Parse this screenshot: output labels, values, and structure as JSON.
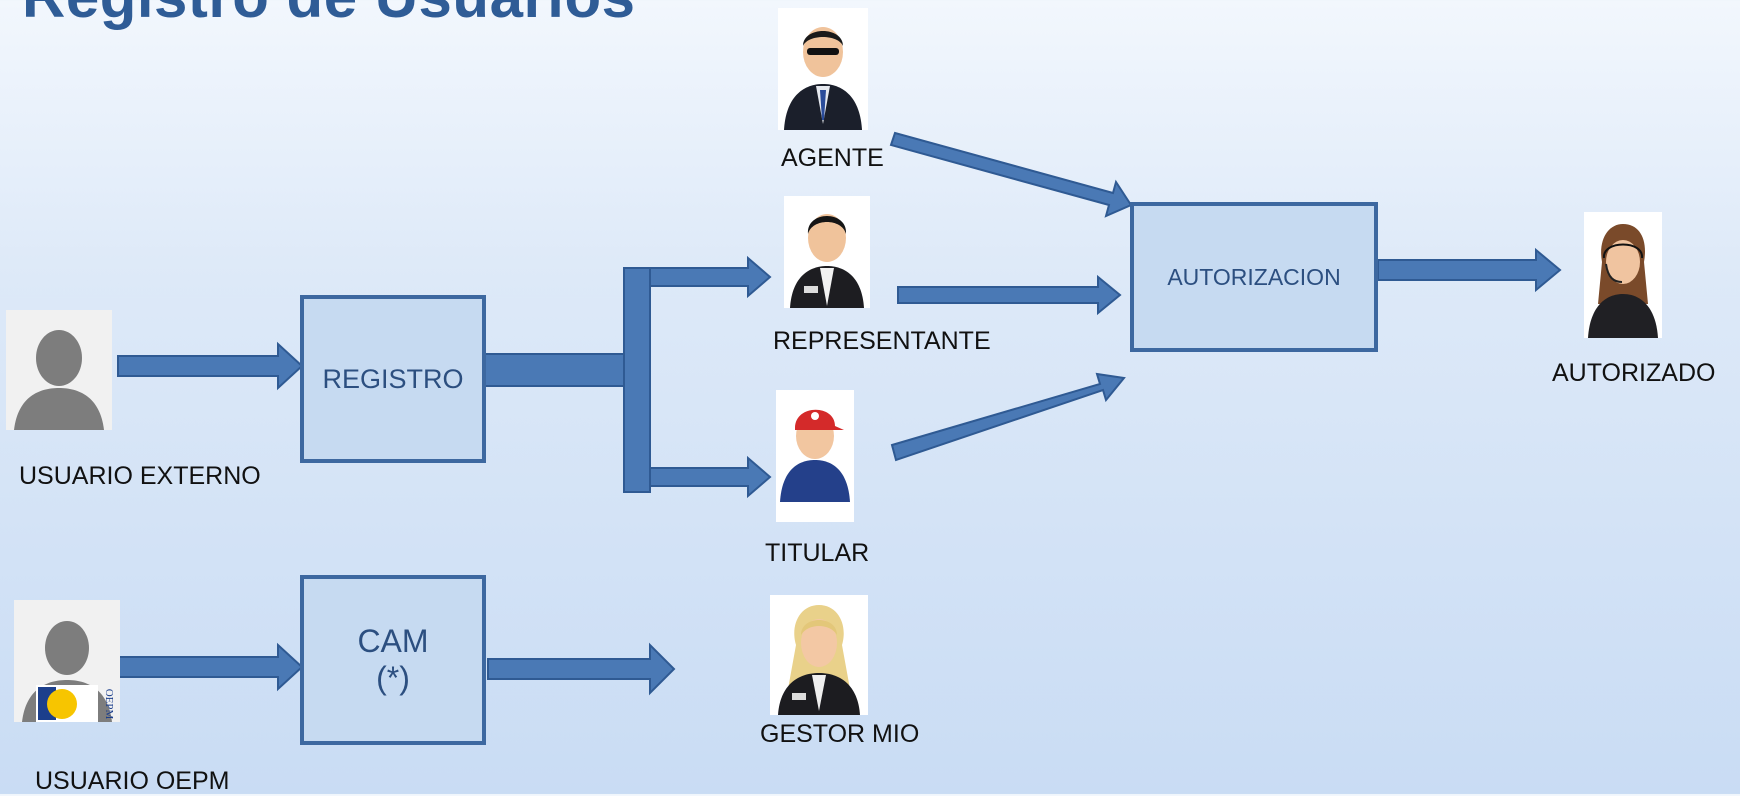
{
  "title": "Registro de Usuarios",
  "nodes": {
    "registro": "REGISTRO",
    "cam_line1": "CAM",
    "cam_line2": "(*)",
    "autorizacion": "AUTORIZACION"
  },
  "actors": {
    "usuario_externo": "USUARIO EXTERNO",
    "usuario_oepm": "USUARIO OEPM",
    "agente": "AGENTE",
    "representante": "REPRESENTANTE",
    "titular": "TITULAR",
    "gestor_mio": "GESTOR MIO",
    "autorizado": "AUTORIZADO"
  },
  "badge_text": "OEPM",
  "colors": {
    "box_fill": "#c6daf1",
    "box_border": "#3d68a0",
    "arrow_fill": "#4a79b5",
    "arrow_stroke": "#2f5a93",
    "title": "#2f5c96"
  }
}
